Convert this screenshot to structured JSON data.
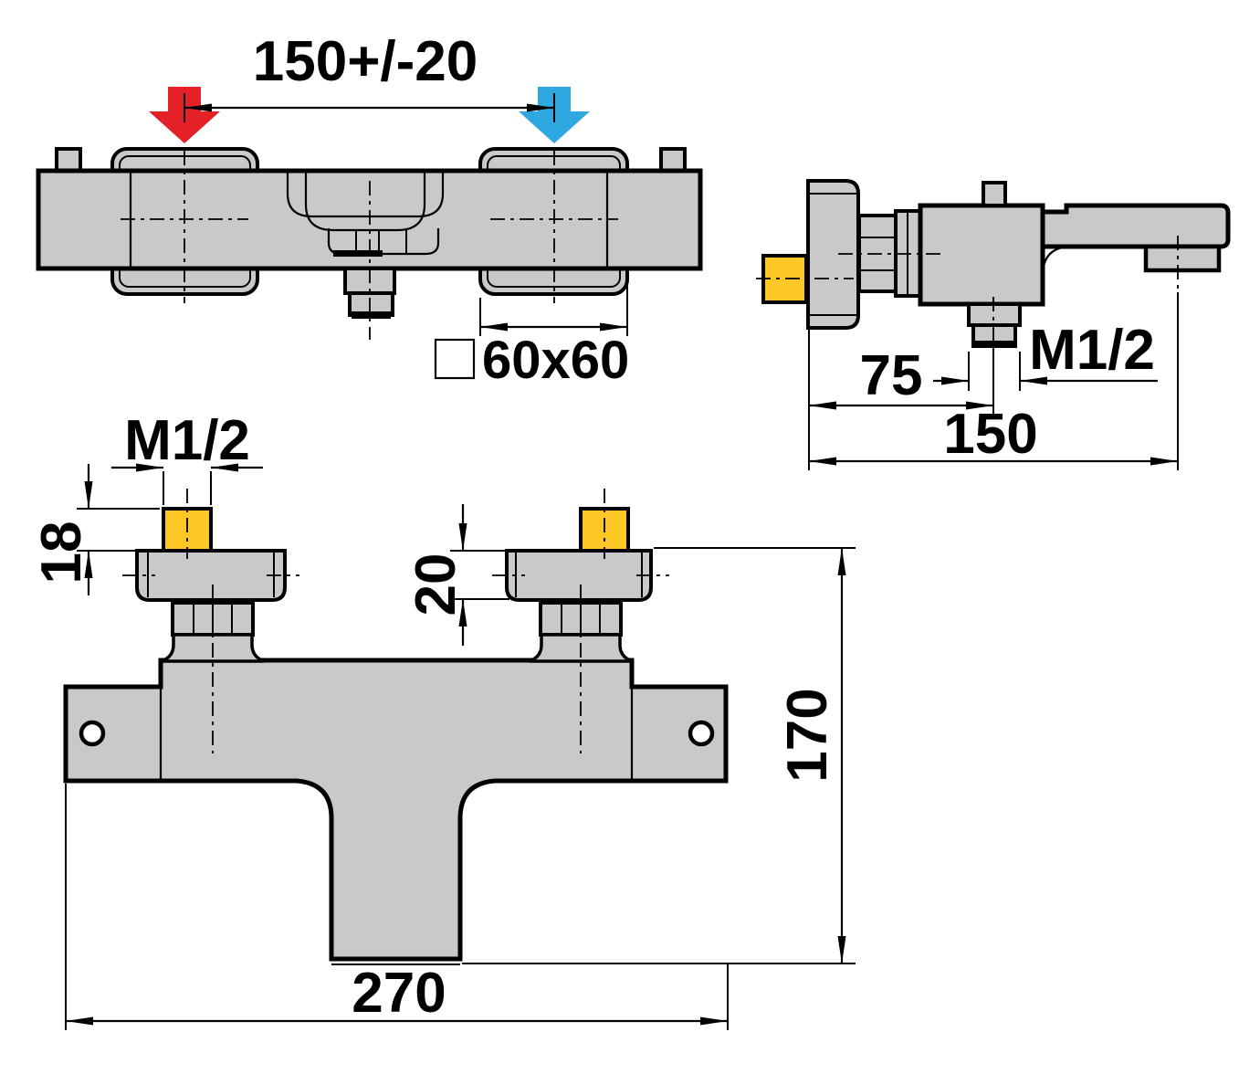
{
  "drawing_type": "faucet-installation-dimension-drawing",
  "colors": {
    "background": "#ffffff",
    "line": "#000000",
    "body": "#c9c9c9",
    "brass": "#ffc726",
    "hot": "#e32127",
    "cold": "#2fa8e1"
  },
  "views": {
    "top": {
      "dim_inlet_spacing": "150+/-20",
      "dim_plate_size": "60x60"
    },
    "side": {
      "dim_outlet_offset": "75",
      "dim_spout_reach": "150",
      "dim_outlet_thread": "M1/2"
    },
    "front": {
      "dim_inlet_thread": "M1/2",
      "dim_thread_length": "18",
      "dim_flange_thickness": "20",
      "dim_height": "170",
      "dim_width": "270"
    }
  }
}
